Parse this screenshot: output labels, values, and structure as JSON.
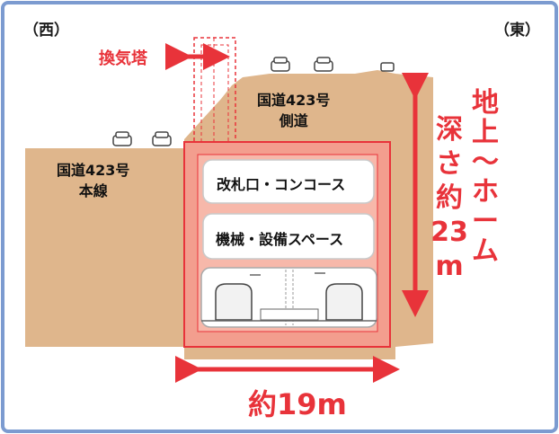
{
  "directions": {
    "west": "（西）",
    "east": "（東）"
  },
  "vent_label": "換気塔",
  "road_side": {
    "line1": "国道423号",
    "line2": "側道"
  },
  "road_main": {
    "line1": "国道423号",
    "line2": "本線"
  },
  "rooms": {
    "concourse": "改札口・コンコース",
    "machine": "機械・設備スペース"
  },
  "depth_label": {
    "vertical_title": [
      "地",
      "上",
      "〜",
      "ホ",
      "ー",
      "ム"
    ],
    "vertical_value": [
      "深",
      "さ",
      "約",
      "23",
      "m"
    ]
  },
  "width_label": "約19m",
  "colors": {
    "background": "#ffffff",
    "border": "#7c9bd0",
    "ground": "#dfb68c",
    "station_box": "#f39e8e",
    "room_fill": "#ffffff",
    "accent_red": "#e8333a"
  }
}
